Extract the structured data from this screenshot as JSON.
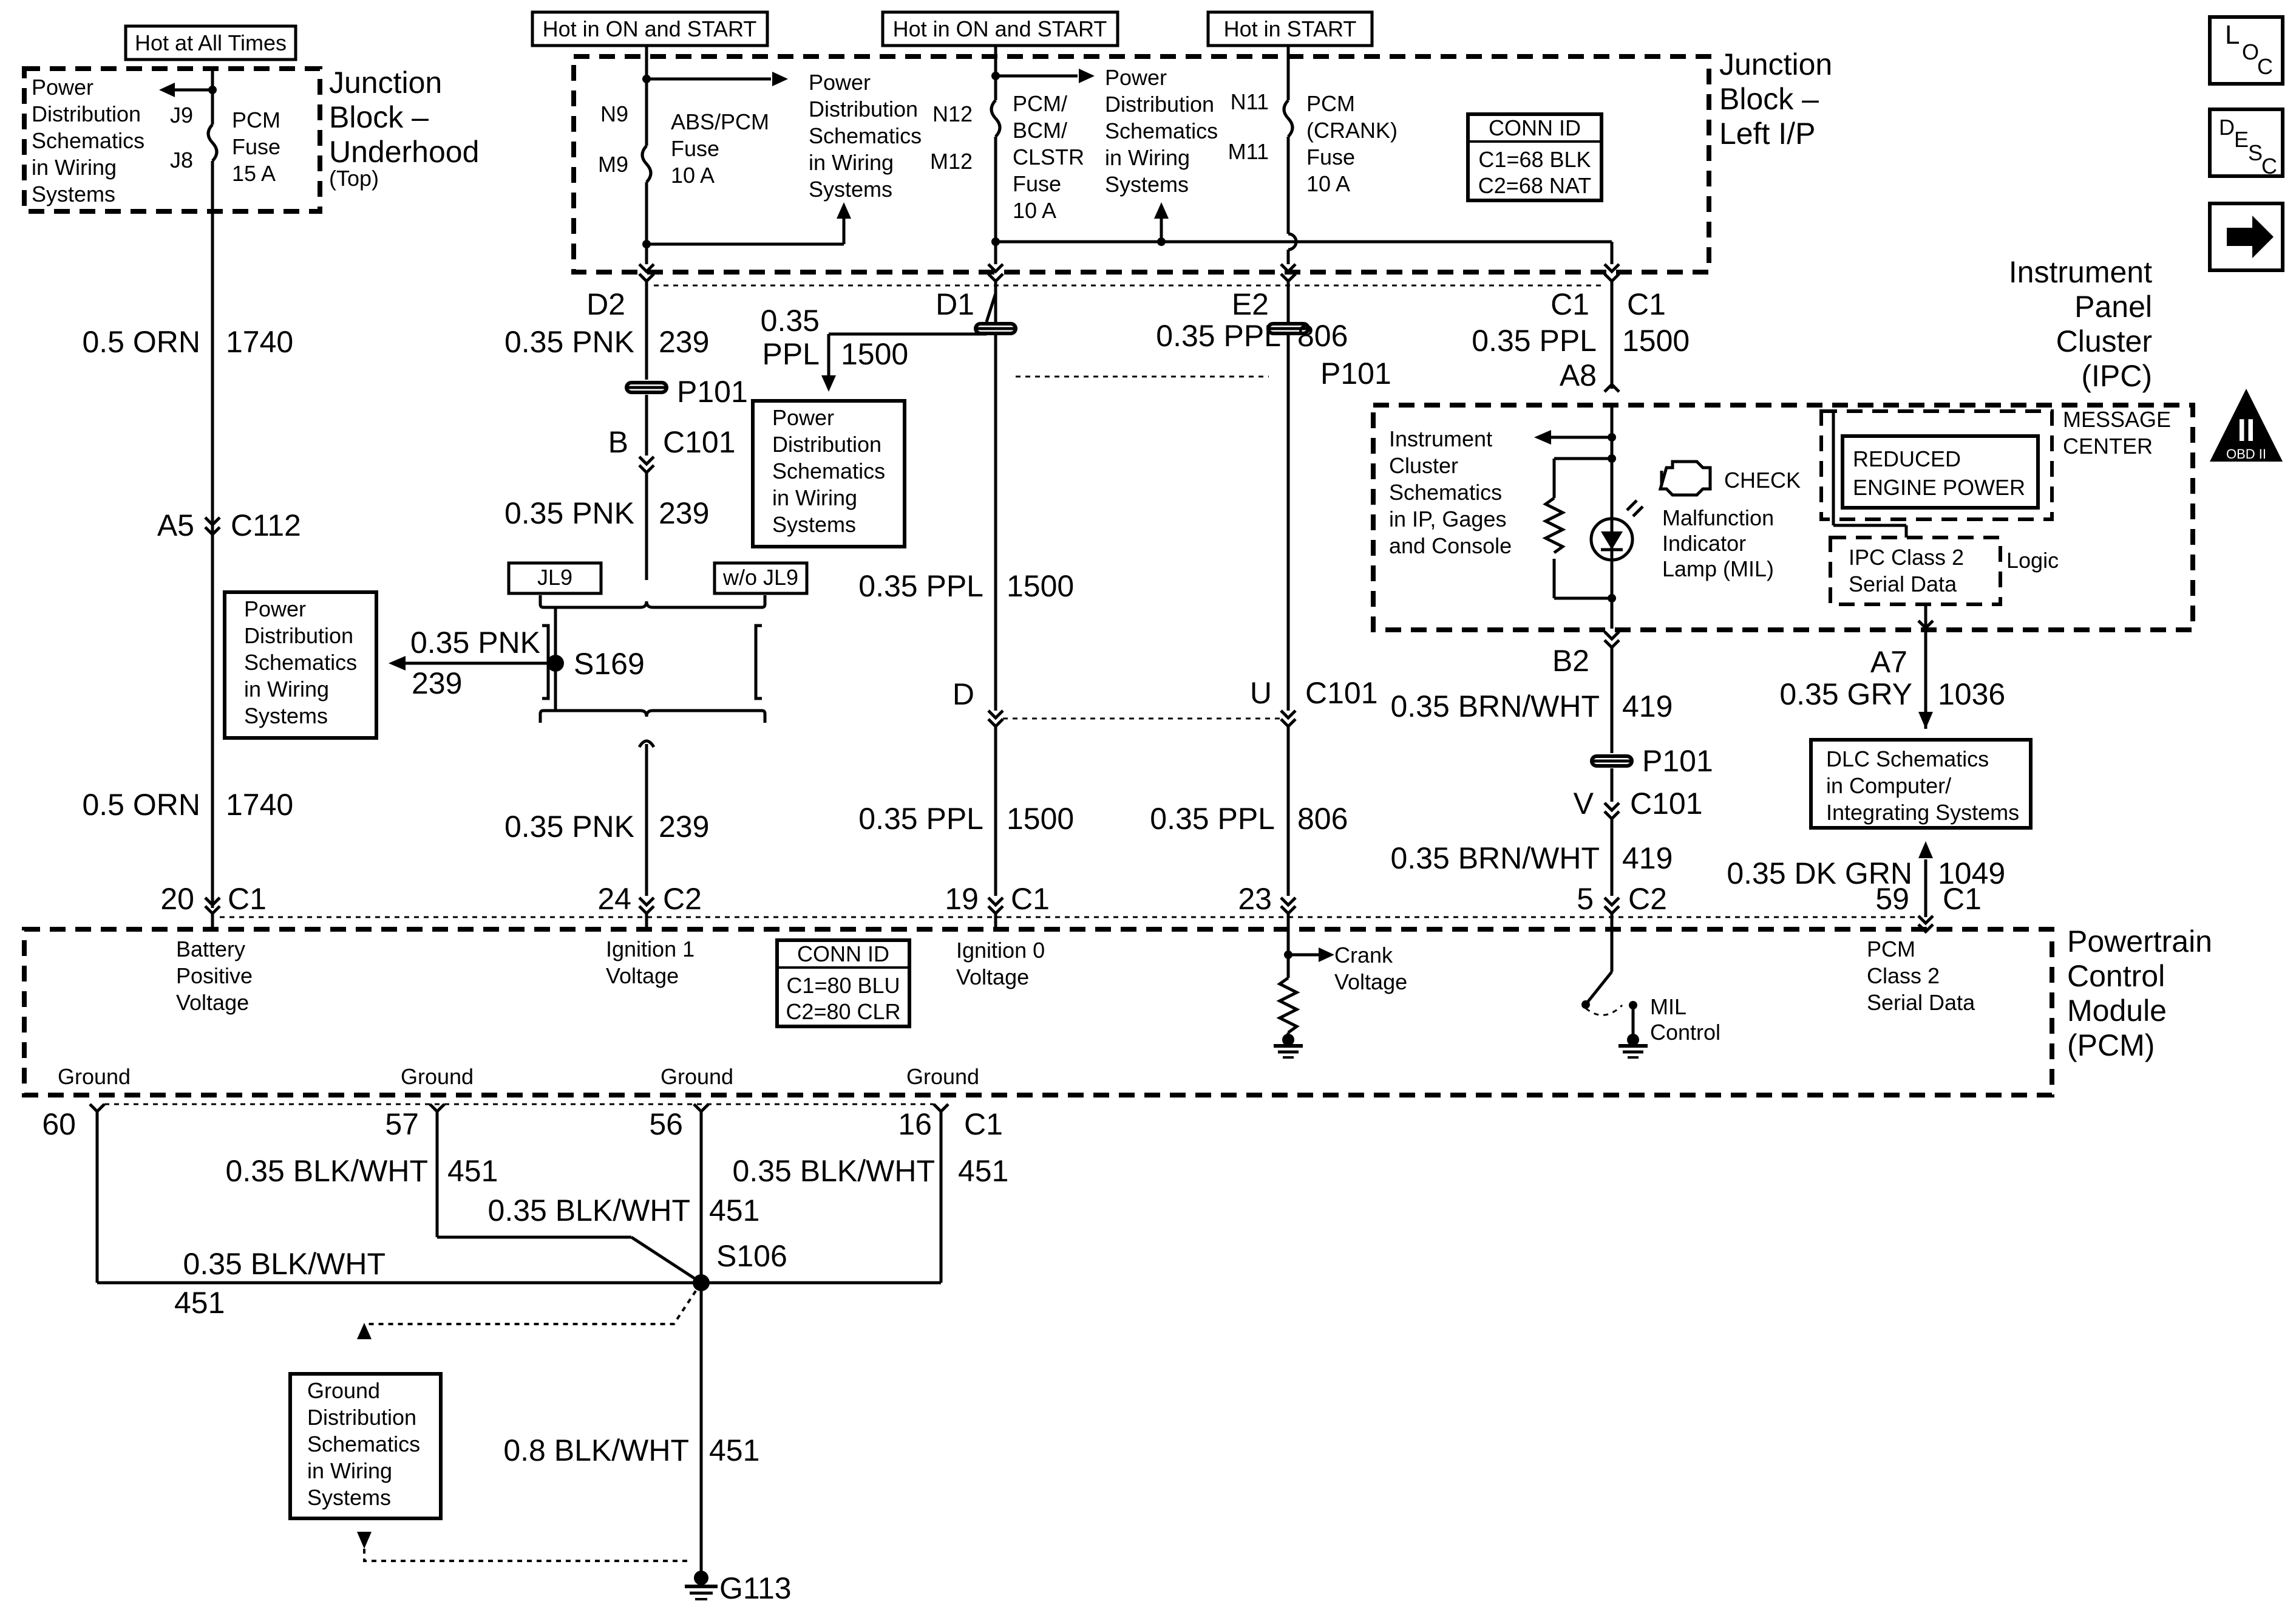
{
  "headers": {
    "hot_all_times": "Hot at All Times",
    "hot_on_start_1": "Hot in ON and START",
    "hot_on_start_2": "Hot in ON and START",
    "hot_start": "Hot in START"
  },
  "jb_underhood": {
    "title_line1": "Junction",
    "title_line2": "Block –",
    "title_line3": "Underhood",
    "title_line4": "(Top)",
    "pd_ref": [
      "Power",
      "Distribution",
      "Schematics",
      "in Wiring",
      "Systems"
    ],
    "pin_in": "J9",
    "pin_out": "J8",
    "fuse": [
      "PCM",
      "Fuse",
      "15 A"
    ]
  },
  "jb_left_ip": {
    "title_line1": "Junction",
    "title_line2": "Block –",
    "title_line3": "Left I/P",
    "fuse1": {
      "pin_in": "N9",
      "pin_out": "M9",
      "label": [
        "ABS/PCM",
        "Fuse",
        "10 A"
      ]
    },
    "fuse2": {
      "pin_in": "N12",
      "pin_out": "M12",
      "label": [
        "PCM/",
        "BCM/",
        "CLSTR",
        "Fuse",
        "10 A"
      ]
    },
    "fuse3": {
      "pin_in": "N11",
      "pin_out": "M11",
      "label": [
        "PCM",
        "(CRANK)",
        "Fuse",
        "10 A"
      ]
    },
    "pd_ref1": [
      "Power",
      "Distribution",
      "Schematics",
      "in Wiring",
      "Systems"
    ],
    "pd_ref2": [
      "Power",
      "Distribution",
      "Schematics",
      "in Wiring",
      "Systems"
    ],
    "conn_id": [
      "CONN ID",
      "C1=68 BLK",
      "C2=68 NAT"
    ]
  },
  "circuits": {
    "orn_top": {
      "wire": "0.5 ORN",
      "circuit": "1740"
    },
    "orn_bottom": {
      "wire": "0.5 ORN",
      "circuit": "1740"
    },
    "pnk1": {
      "wire": "0.35 PNK",
      "circuit": "239"
    },
    "pnk2": {
      "wire": "0.35 PNK",
      "circuit": "239"
    },
    "pnk3": {
      "wire": "0.35 PNK",
      "circuit": "239"
    },
    "pnk_splice": {
      "wire": "0.35 PNK",
      "circuit": "239"
    },
    "ppl_branch": {
      "wire_a": "0.35",
      "wire_b": "PPL",
      "circuit": "1500"
    },
    "ppl_mid": {
      "wire": "0.35 PPL",
      "circuit": "1500"
    },
    "ppl_low": {
      "wire": "0.35 PPL",
      "circuit": "1500"
    },
    "ppl806_top": {
      "wire": "0.35 PPL",
      "circuit": "806"
    },
    "ppl806_low": {
      "wire": "0.35 PPL",
      "circuit": "806"
    },
    "ppl_ipc": {
      "wire": "0.35 PPL",
      "circuit": "1500"
    },
    "brn1": {
      "wire": "0.35 BRN/WHT",
      "circuit": "419"
    },
    "brn2": {
      "wire": "0.35 BRN/WHT",
      "circuit": "419"
    },
    "gry": {
      "wire": "0.35 GRY",
      "circuit": "1036"
    },
    "dkgrn": {
      "wire": "0.35 DK GRN",
      "circuit": "1049"
    },
    "gnd1": {
      "wire": "0.35 BLK/WHT",
      "circuit": "451"
    },
    "gnd2": {
      "wire": "0.35 BLK/WHT",
      "circuit": "451"
    },
    "gnd3": {
      "wire": "0.35 BLK/WHT",
      "circuit": "451"
    },
    "gnd4": {
      "wire": "0.35 BLK/WHT",
      "circuit": "451"
    },
    "gnd_main": {
      "wire": "0.8 BLK/WHT",
      "circuit": "451"
    }
  },
  "connectors": {
    "d2": "D2",
    "d1": "D1",
    "e2": "E2",
    "c1_ipc_l": "C1",
    "c1_ipc_r": "C1",
    "a8": "A8",
    "p101_a": "P101",
    "p101_b": "P101",
    "p101_c": "P101",
    "b": "B",
    "c101_a": "C101",
    "c101_b": "C101",
    "c101_c": "C101",
    "a5": "A5",
    "c112": "C112",
    "s169": "S169",
    "d": "D",
    "u": "U",
    "b2": "B2",
    "v": "V",
    "a7": "A7",
    "s106": "S106",
    "g113": "G113"
  },
  "options": {
    "jl9": "JL9",
    "wo_jl9": "w/o JL9"
  },
  "pd_ref_left": [
    "Power",
    "Distribution",
    "Schematics",
    "in Wiring",
    "Systems"
  ],
  "pd_ref_mid": [
    "Power",
    "Distribution",
    "Schematics",
    "in Wiring",
    "Systems"
  ],
  "pcm": {
    "title": [
      "Powertrain",
      "Control",
      "Module",
      "(PCM)"
    ],
    "pins": {
      "p20": "20",
      "c1_a": "C1",
      "p24": "24",
      "c2_a": "C2",
      "p19": "19",
      "c1_b": "C1",
      "p23": "23",
      "p5": "5",
      "c2_b": "C2",
      "p59": "59",
      "c1_c": "C1",
      "p60": "60",
      "p57": "57",
      "p56": "56",
      "p16": "16",
      "c1_d": "C1"
    },
    "battery": [
      "Battery",
      "Positive",
      "Voltage"
    ],
    "ign1": [
      "Ignition 1",
      "Voltage"
    ],
    "ign0": [
      "Ignition 0",
      "Voltage"
    ],
    "crank": [
      "Crank",
      "Voltage"
    ],
    "mil_ctrl": [
      "MIL",
      "Control"
    ],
    "serial": [
      "PCM",
      "Class 2",
      "Serial Data"
    ],
    "conn_id": [
      "CONN ID",
      "C1=80 BLU",
      "C2=80 CLR"
    ],
    "ground": "Ground"
  },
  "ipc": {
    "title": [
      "Instrument",
      "Panel",
      "Cluster",
      "(IPC)"
    ],
    "cluster_ref": [
      "Instrument",
      "Cluster",
      "Schematics",
      "in IP, Gages",
      "and Console"
    ],
    "check": "CHECK",
    "mil": [
      "Malfunction",
      "Indicator",
      "Lamp (MIL)"
    ],
    "message_center": [
      "MESSAGE",
      "CENTER"
    ],
    "reduced": [
      "REDUCED",
      "ENGINE POWER"
    ],
    "serial": [
      "IPC Class 2",
      "Serial Data"
    ],
    "logic": "Logic"
  },
  "dlc_ref": [
    "DLC Schematics",
    "in Computer/",
    "Integrating Systems"
  ],
  "gd_ref": [
    "Ground",
    "Distribution",
    "Schematics",
    "in Wiring",
    "Systems"
  ],
  "nav": {
    "loc_l": "L",
    "loc_o": "O",
    "loc_c": "C",
    "desc_d": "D",
    "desc_e": "E",
    "desc_s": "S",
    "desc_c": "C",
    "obd_ii": "II",
    "obd_label": "OBD II"
  }
}
